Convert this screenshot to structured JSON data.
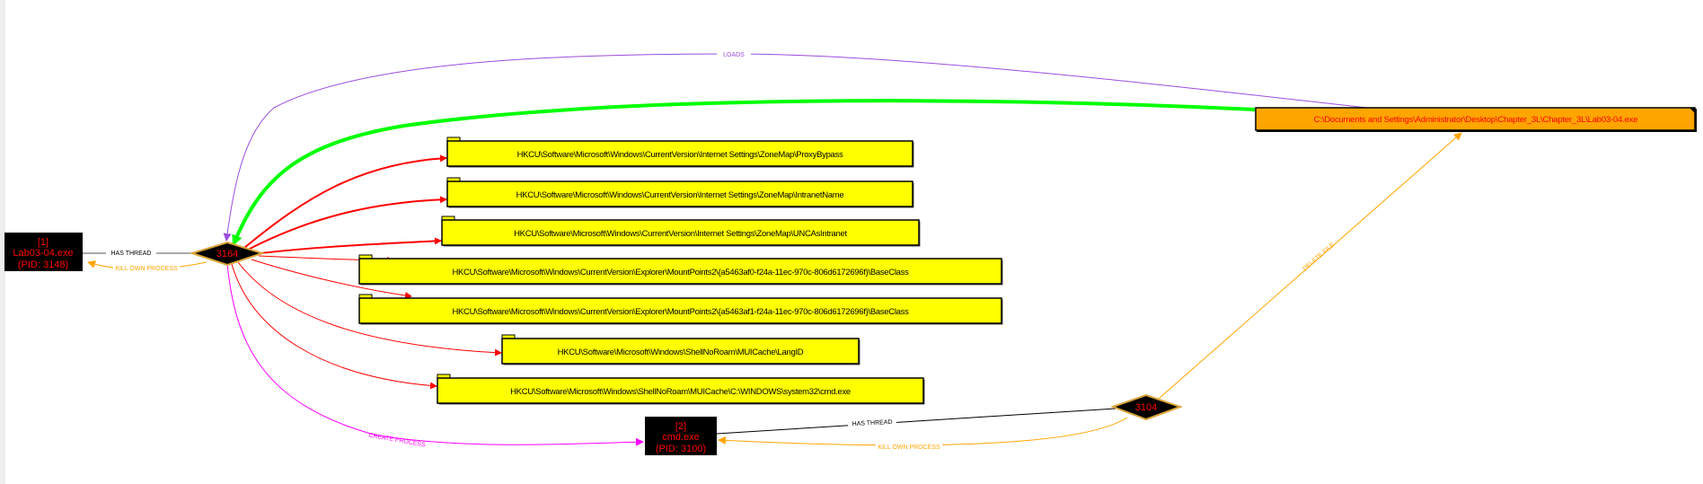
{
  "processes": [
    {
      "index": "[1]",
      "name": "Lab03-04.exe",
      "pid": "(PID: 3148)"
    },
    {
      "index": "[2]",
      "name": "cmd.exe",
      "pid": "(PID: 3100)"
    }
  ],
  "threads": [
    "3164",
    "3104"
  ],
  "file_node": "C:\\Documents and Settings\\Administrator\\Desktop\\Chapter_3L\\Chapter_3L\\Lab03-04.exe",
  "registry_keys": [
    "HKCU\\Software\\Microsoft\\Windows\\CurrentVersion\\Internet Settings\\ZoneMap\\ProxyBypass",
    "HKCU\\Software\\Microsoft\\Windows\\CurrentVersion\\Internet Settings\\ZoneMap\\IntranetName",
    "HKCU\\Software\\Microsoft\\Windows\\CurrentVersion\\Internet Settings\\ZoneMap\\UNCAsIntranet",
    "HKCU\\Software\\Microsoft\\Windows\\CurrentVersion\\Explorer\\MountPoints2\\{a5463af0-f24a-11ec-970c-806d6172696f}\\BaseClass",
    "HKCU\\Software\\Microsoft\\Windows\\CurrentVersion\\Explorer\\MountPoints2\\{a5463af1-f24a-11ec-970c-806d6172696f}\\BaseClass",
    "HKCU\\Software\\Microsoft\\Windows\\ShellNoRoam\\MUICache\\LangID",
    "HKCU\\Software\\Microsoft\\Windows\\ShellNoRoam\\MUICache\\C:\\WINDOWS\\system32\\cmd.exe"
  ],
  "edge_labels": {
    "loads": "LOADS",
    "has_thread_1": "HAS THREAD",
    "kill_own_1": "KILL OWN PROCESS",
    "create_process": "CREATE PROCESS",
    "has_thread_2": "HAS THREAD",
    "kill_own_2": "KILL OWN PROCESS",
    "delete_file": "DELETE FILE"
  },
  "colors": {
    "registry": "#ffff00",
    "file": "#ffa500",
    "node_text": "#ff0000",
    "loads": "#9b4de0",
    "green": "#00ff00",
    "kill": "#ffa500",
    "create": "#ff00ff",
    "write": "#ff0000"
  }
}
